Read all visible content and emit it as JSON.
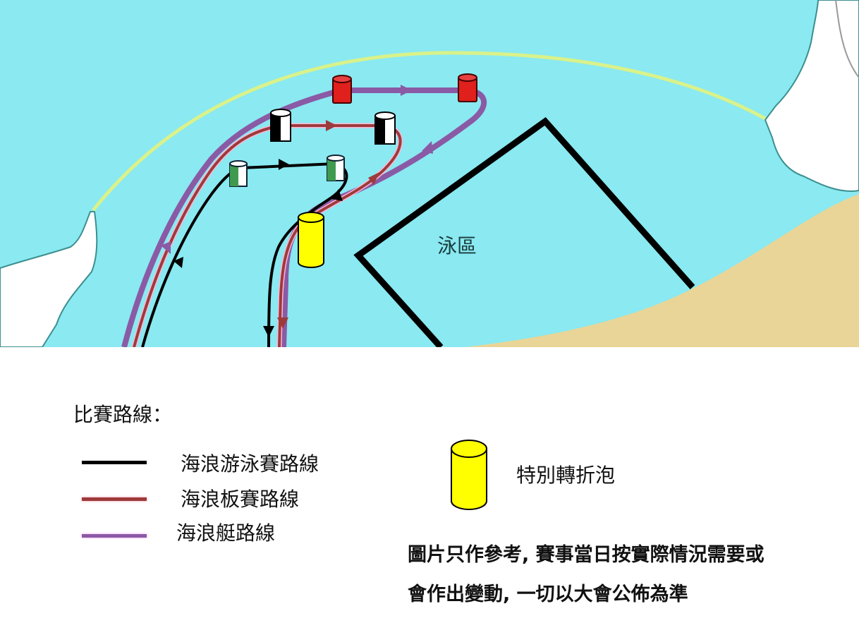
{
  "map": {
    "swim_area_label": "泳區",
    "colors": {
      "water": "#8ae9f1",
      "sand": "#e9d597",
      "land": "#ffffff",
      "bay_line": "#d9f28a",
      "swim_route": "#000000",
      "surfboard_route": "#9c3b3b",
      "surfski_route": "#8a5aa5",
      "special_buoy": "#ffff00"
    }
  },
  "legend": {
    "title": "比賽路線：",
    "routes": [
      {
        "label": "海浪游泳賽路線",
        "color": "#000000"
      },
      {
        "label": "海浪板賽路線",
        "color": "#9c3b3b"
      },
      {
        "label": "海浪艇路線",
        "color": "#8a5aa5"
      }
    ],
    "special_buoy_label": "特別轉折泡"
  },
  "note": {
    "line1": "圖片只作參考, 賽事當日按實際情況需要或",
    "line2": "會作出變動, 一切以大會公佈為準"
  }
}
